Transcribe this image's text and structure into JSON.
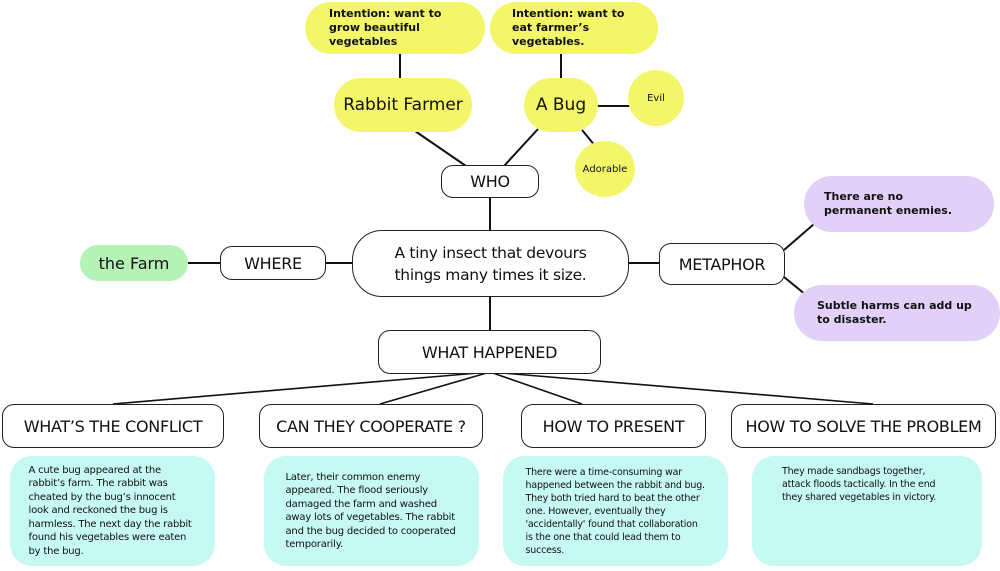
{
  "diagram": {
    "center": {
      "text": "A tiny insect that devours things many times it size."
    },
    "who": {
      "label": "WHO",
      "rabbit_farmer": {
        "label": "Rabbit Farmer",
        "intention": "Intention: want to grow beautiful vegetables"
      },
      "bug": {
        "label": "A Bug",
        "intention": "Intention: want to eat farmer’s vegetables.",
        "traits": [
          "Evil",
          "Adorable"
        ]
      }
    },
    "where": {
      "label": "WHERE",
      "value": "the Farm"
    },
    "metaphor": {
      "label": "METAPHOR",
      "items": [
        "There are no permanent enemies.",
        "Subtle harms can add up to disaster."
      ]
    },
    "what_happened": {
      "label": "WHAT HAPPENED",
      "branches": [
        {
          "title": "WHAT’S THE CONFLICT",
          "text": "A cute bug appeared at the rabbit’s farm. The rabbit was cheated by the bug’s innocent look and reckoned the bug is harmless. The next day the rabbit found his vegetables were eaten by the bug."
        },
        {
          "title": "CAN THEY COOPERATE ?",
          "text": "Later, their common enemy appeared. The flood seriously damaged the farm and washed away lots of vegetables. The rabbit and the bug decided to cooperated temporarily."
        },
        {
          "title": "HOW TO PRESENT",
          "text": "There were a time-consuming war happened between the rabbit and bug. They both tried hard to beat the other one. However, eventually they 'accidentally' found that collaboration is the one that could lead them to success."
        },
        {
          "title": "HOW TO SOLVE THE PROBLEM",
          "text": "They made sandbags together, attack floods tactically. In the end they shared vegetables in victory."
        }
      ]
    }
  },
  "colors": {
    "character_fill": "#f4f66a",
    "metaphor_fill": "#e2d0f8",
    "place_fill": "#b5f2b5",
    "story_fill": "#c6f8f4",
    "outline": "#222222"
  }
}
